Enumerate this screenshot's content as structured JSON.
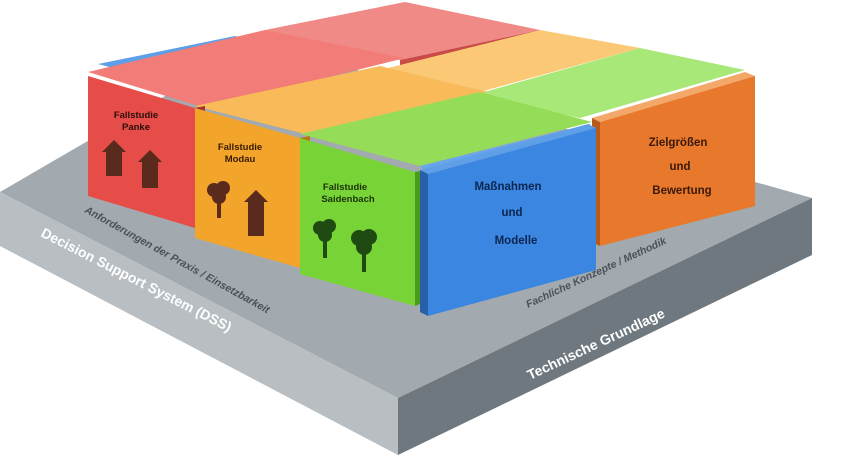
{
  "colors": {
    "platform_top": "#9ea6ab",
    "platform_left": "#b9bfc3",
    "platform_right": "#6f7a80",
    "red": "#e8534f",
    "orange": "#f4a62c",
    "green": "#7ed23d",
    "blue": "#3f8ee6",
    "zielgroessen": "#e87d30",
    "icon_brown": "#5a2a1c"
  },
  "platform": {
    "left_label": "Decision Support System (DSS)",
    "right_label": "Technische Grundlage",
    "inner_left_label": "Anforderungen der Praxis / Einsetzbarkeit",
    "inner_right_label": "Fachliche Konzepte / Methodik"
  },
  "blocks": {
    "panke": {
      "line1": "Fallstudie",
      "line2": "Panke",
      "icons": [
        "house-icon",
        "house-icon"
      ]
    },
    "modau": {
      "line1": "Fallstudie",
      "line2": "Modau",
      "icons": [
        "tree-icon",
        "house-icon"
      ]
    },
    "saidenbach": {
      "line1": "Fallstudie",
      "line2": "Saidenbach",
      "icons": [
        "tree-icon",
        "tree-icon"
      ]
    },
    "massnahmen": {
      "line1": "Maßnahmen",
      "line2": "und",
      "line3": "Modelle"
    },
    "zielgroessen": {
      "line1": "Zielgrößen",
      "line2": "und",
      "line3": "Bewertung"
    }
  }
}
